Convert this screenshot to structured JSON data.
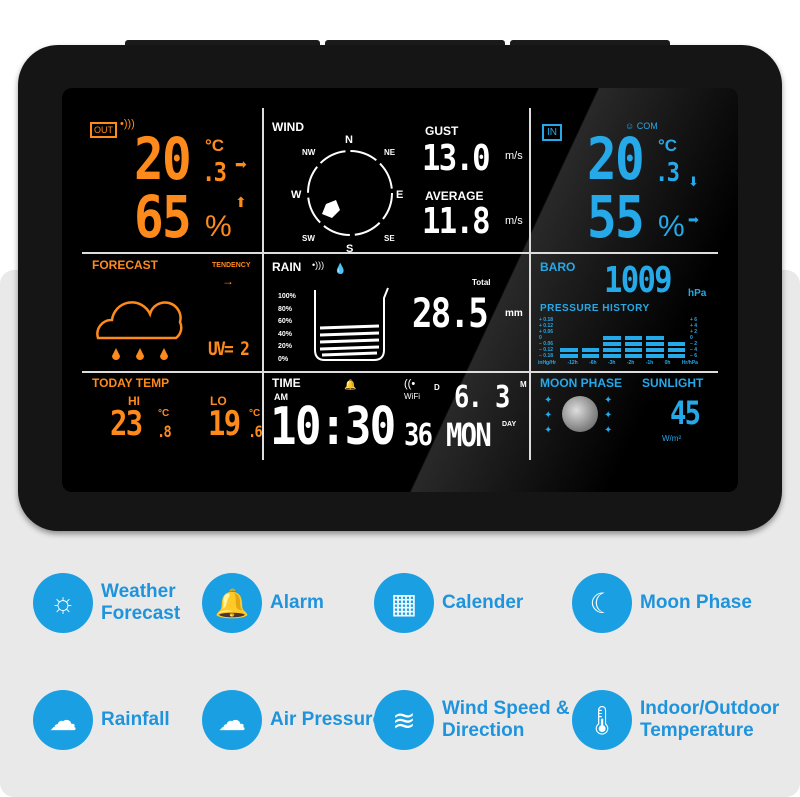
{
  "outdoor": {
    "badge": "OUT",
    "temp": "20",
    "temp_dec": ".3",
    "temp_unit": "°C",
    "humidity": "65",
    "humidity_unit": "%"
  },
  "wind": {
    "title": "WIND",
    "compass": [
      "N",
      "NE",
      "E",
      "SE",
      "S",
      "SW",
      "W",
      "NW"
    ],
    "gust_label": "GUST",
    "gust": "13.0",
    "avg_label": "AVERAGE",
    "avg": "11.8",
    "unit": "m/s"
  },
  "indoor": {
    "badge": "IN",
    "comfort": "COM",
    "temp": "20",
    "temp_dec": ".3",
    "temp_unit": "°C",
    "humidity": "55",
    "humidity_unit": "%"
  },
  "forecast": {
    "title": "FORECAST",
    "tendency": "TENDENCY",
    "uv": "UV= 2"
  },
  "rain": {
    "title": "RAIN",
    "scale": [
      "100%",
      "80%",
      "60%",
      "40%",
      "20%",
      "0%"
    ],
    "total_label": "Total",
    "total": "28.5",
    "unit": "mm"
  },
  "baro": {
    "title": "BARO",
    "value": "1009",
    "unit": "hPa",
    "history_title": "PRESSURE HISTORY",
    "left_scale": [
      "+ 0.18",
      "+ 0.12",
      "+ 0.06",
      "0",
      "− 0.06",
      "− 0.12",
      "− 0.18"
    ],
    "right_scale": [
      "+ 6",
      "+ 4",
      "+ 2",
      "0",
      "− 2",
      "− 4",
      "− 6"
    ],
    "hours": [
      "inHg/Hr",
      "-12h",
      "-6h",
      "-3h",
      "-2h",
      "-1h",
      "0h",
      "Hr/hPa"
    ],
    "bars": [
      2,
      2,
      4,
      4,
      4,
      3
    ]
  },
  "temps": {
    "title": "TODAY TEMP",
    "hi_label": "HI",
    "hi": "23",
    "hi_dec": ".8",
    "lo_label": "LO",
    "lo": "19",
    "lo_dec": ".6",
    "unit": "°C"
  },
  "time": {
    "title": "TIME",
    "ampm": "AM",
    "wifi": "WiFi",
    "clock": "10:30",
    "seconds": "36",
    "d_label": "D",
    "m_label": "M",
    "date": "6. 3",
    "weekday": "MON",
    "day_label": "DAY"
  },
  "moon": {
    "title": "MOON PHASE",
    "sun_title": "SUNLIGHT",
    "sun_value": "45",
    "sun_unit": "W/m²"
  },
  "features": [
    {
      "label": "Weather Forecast",
      "icon": "sun-cloud-icon"
    },
    {
      "label": "Alarm",
      "icon": "bell-icon"
    },
    {
      "label": "Calender",
      "icon": "calendar-icon"
    },
    {
      "label": "Moon Phase",
      "icon": "moon-icon"
    },
    {
      "label": "Rainfall",
      "icon": "rain-cloud-icon"
    },
    {
      "label": "Air Pressure",
      "icon": "pressure-cloud-icon"
    },
    {
      "label": "Wind Speed & Direction",
      "icon": "wind-icon"
    },
    {
      "label": "Indoor/Outdoor Temperature",
      "icon": "thermometer-icon"
    }
  ]
}
